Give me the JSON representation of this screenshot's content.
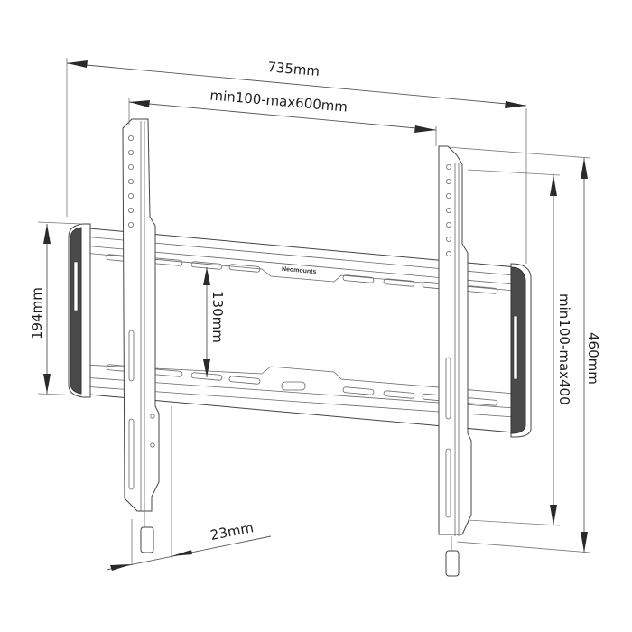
{
  "diagram": {
    "subject": "TV wall mount bracket technical drawing",
    "brand_label": "Neomounts",
    "dimensions": {
      "overall_width": "735mm",
      "vesa_width": "min100-max600mm",
      "vesa_height": "min100-max400",
      "overall_height": "460mm",
      "rail_height": "194mm",
      "rail_spacing": "130mm",
      "wall_distance": "23mm"
    },
    "colors": {
      "line": "#555555",
      "pad": "#4a4a4a",
      "text": "#1e1e1e",
      "background": "#ffffff"
    }
  }
}
